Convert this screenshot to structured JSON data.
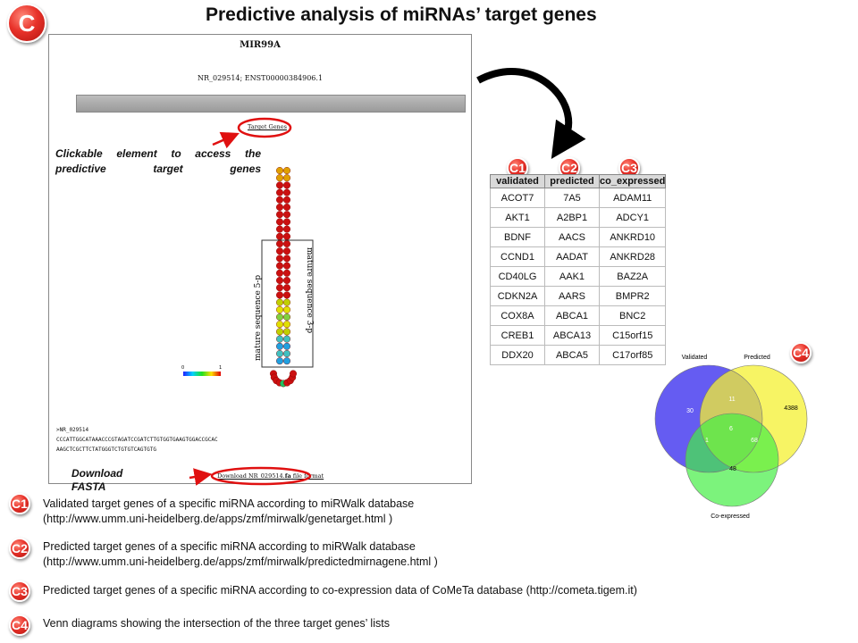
{
  "title": "Predictive analysis of miRNAs’ target genes",
  "badges": {
    "main": "C",
    "c1": "C1",
    "c2": "C2",
    "c3": "C3",
    "c4": "C4"
  },
  "panel": {
    "mirna_name": "MIR99A",
    "ids": "NR_029514; ENST00000384906.1",
    "target_link": "Target Genes",
    "mature_5p": "mature sequence 5-p",
    "mature_3p": "mature sequence 3-p",
    "scale_min": "0",
    "scale_max": "1",
    "fasta_header": ">NR_029514",
    "fasta_line1": "CCCATTGGCATAAACCCGTAGATCCGATCTTGTGGTGAAGTGGACCGCAC",
    "fasta_line2": "AAGCTCGCTTCTATGGGTCTGTGTCAGTGTG",
    "download_link_pre": "Download NR_029514.",
    "download_link_bold": "fa",
    "download_link_post": " file format"
  },
  "annotations": {
    "clickable": "Clickable element to access the predictive target genes",
    "download": "Download FASTA"
  },
  "gene_table": {
    "headers": [
      "validated",
      "predicted",
      "co_expressed"
    ],
    "rows": [
      [
        "ACOT7",
        "7A5",
        "ADAM11"
      ],
      [
        "AKT1",
        "A2BP1",
        "ADCY1"
      ],
      [
        "BDNF",
        "AACS",
        "ANKRD10"
      ],
      [
        "CCND1",
        "AADAT",
        "ANKRD28"
      ],
      [
        "CD40LG",
        "AAK1",
        "BAZ2A"
      ],
      [
        "CDKN2A",
        "AARS",
        "BMPR2"
      ],
      [
        "COX8A",
        "ABCA1",
        "BNC2"
      ],
      [
        "CREB1",
        "ABCA13",
        "C15orf15"
      ],
      [
        "DDX20",
        "ABCA5",
        "C17orf85"
      ]
    ]
  },
  "venn": {
    "sets": [
      {
        "name": "Validated",
        "only": "30",
        "color": "#4a3ff0"
      },
      {
        "name": "Predicted",
        "only": "4388",
        "color": "#f4f030"
      },
      {
        "name": "Co-expressed",
        "only": "48",
        "color": "#44ee44"
      }
    ],
    "validated_predicted": "11",
    "validated_coexpressed": "1",
    "predicted_coexpressed": "68",
    "all_three": "6"
  },
  "legend": [
    {
      "badge": "C1",
      "line1": "Validated target genes of a specific miRNA according to miRWalk database",
      "line2": "(http://www.umm.uni-heidelberg.de/apps/zmf/mirwalk/genetarget.html )"
    },
    {
      "badge": "C2",
      "line1": "Predicted target genes of a specific miRNA according to miRWalk database",
      "line2": "(http://www.umm.uni-heidelberg.de/apps/zmf/mirwalk/predictedmirnagene.html )"
    },
    {
      "badge": "C3",
      "line1": "Predicted target genes of a specific miRNA according to co-expression data of CoMeTa database (http://cometa.tigem.it)",
      "line2": ""
    },
    {
      "badge": "C4",
      "line1": "Venn diagrams showing the intersection of the three target genes’ lists",
      "line2": ""
    }
  ],
  "colors": {
    "badge": "#e8322a",
    "arrow": "#e01010",
    "ellipse": "#e01010"
  }
}
